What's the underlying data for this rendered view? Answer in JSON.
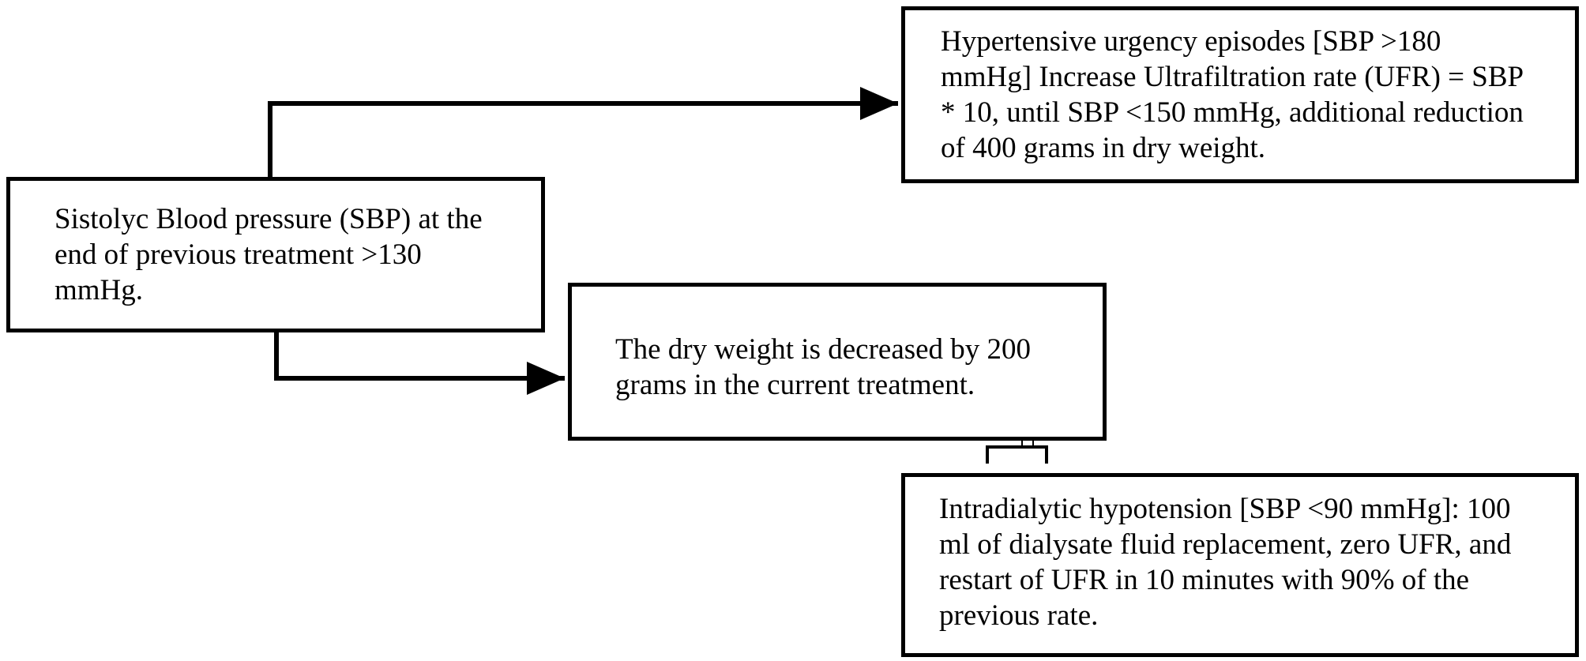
{
  "diagram": {
    "nodes": {
      "sbp": "Sistolyc Blood pressure (SBP)  at the\nend of previous treatment >130\nmmHg.",
      "urgency": "Hypertensive urgency episodes [SBP  >180\nmmHg] Increase Ultrafiltration rate (UFR) = SBP\n* 10, until SBP <150 mmHg,  additional reduction\nof 400 grams in dry weight.",
      "dry_weight": "The dry weight is decreased by 200\ngrams in the current treatment.",
      "hypotension": " Intradialytic hypotension [SBP <90 mmHg]: 100\nml of dialysate fluid replacement, zero UFR, and\nrestart of UFR in 10 minutes with 90% of the\nprevious rate."
    },
    "edges": [
      {
        "from": "sbp",
        "to": "urgency"
      },
      {
        "from": "sbp",
        "to": "dry_weight"
      },
      {
        "from": "dry_weight",
        "to": "hypotension"
      }
    ]
  }
}
